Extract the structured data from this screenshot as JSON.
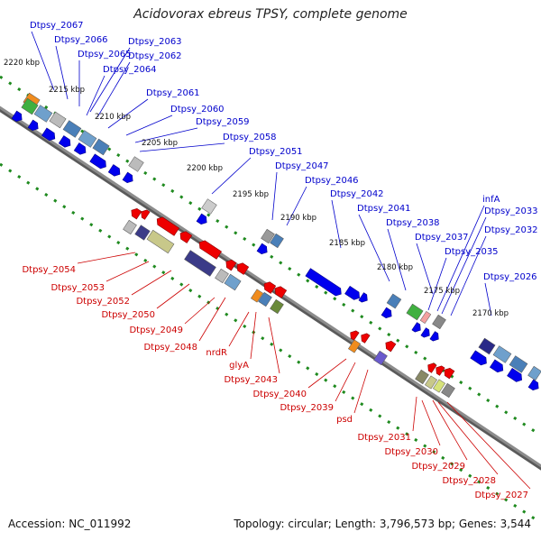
{
  "title": "Acidovorax ebreus TPSY, complete genome",
  "footer": {
    "accession": "Accession: NC_011992",
    "summary": "Topology: circular; Length: 3,796,573 bp; Genes: 3,544"
  },
  "colors": {
    "top_strand_label": "#0000cc",
    "bottom_strand_label": "#cc0000",
    "backbone": "#8c8c8c",
    "tick_dots": "#1f8a1f",
    "forward_gene": "#0000ee",
    "reverse_gene": "#ee0000"
  },
  "kbp_ticks": [
    "2220 kbp",
    "2215 kbp",
    "2210 kbp",
    "2205 kbp",
    "2200 kbp",
    "2195 kbp",
    "2190 kbp",
    "2185 kbp",
    "2180 kbp",
    "2175 kbp",
    "2170 kbp"
  ],
  "top_labels": [
    "Dtpsy_2067",
    "Dtpsy_2066",
    "Dtpsy_2065",
    "Dtpsy_2063",
    "Dtpsy_2062",
    "Dtpsy_2064",
    "Dtpsy_2061",
    "Dtpsy_2060",
    "Dtpsy_2059",
    "Dtpsy_2058",
    "Dtpsy_2051",
    "Dtpsy_2047",
    "Dtpsy_2046",
    "Dtpsy_2042",
    "Dtpsy_2041",
    "Dtpsy_2038",
    "Dtpsy_2037",
    "infA",
    "Dtpsy_2033",
    "Dtpsy_2032",
    "Dtpsy_2035",
    "Dtpsy_2026"
  ],
  "bottom_labels": [
    "Dtpsy_2054",
    "Dtpsy_2053",
    "Dtpsy_2052",
    "Dtpsy_2050",
    "Dtpsy_2049",
    "Dtpsy_2048",
    "nrdR",
    "glyA",
    "Dtpsy_2043",
    "Dtpsy_2040",
    "Dtpsy_2039",
    "psd",
    "Dtpsy_2031",
    "Dtpsy_2030",
    "Dtpsy_2029",
    "Dtpsy_2028",
    "Dtpsy_2027"
  ]
}
